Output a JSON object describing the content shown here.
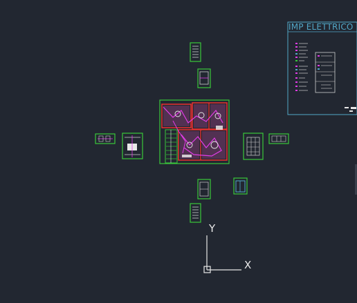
{
  "viewport": {
    "background_color": "#222731",
    "sheet_title": "IMP ELETTRICO"
  },
  "ucs_icon": {
    "x_label": "X",
    "y_label": "Y"
  },
  "colors": {
    "frame_green": "#39c83a",
    "wire_magenta": "#e23ce8",
    "wall_red": "#e03030",
    "detail_white": "#e8e8e8",
    "title_cyan": "#52a8c8"
  }
}
